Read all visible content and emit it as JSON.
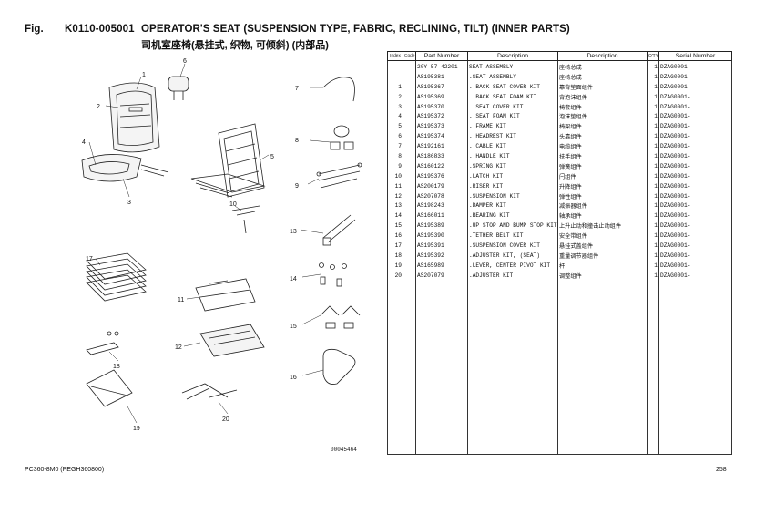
{
  "header": {
    "fig_label": "Fig.",
    "fig_code": "K0110-005001",
    "title": "OPERATOR'S SEAT (SUSPENSION TYPE, FABRIC, RECLINING, TILT) (INNER PARTS)",
    "subtitle": "司机室座椅(悬挂式, 织物, 可倾斜) (内部品)"
  },
  "illustration": {
    "drawing_number": "00045464",
    "callouts": [
      "1",
      "2",
      "3",
      "4",
      "5",
      "6",
      "7",
      "8",
      "9",
      "10",
      "11",
      "12",
      "13",
      "14",
      "15",
      "16",
      "17",
      "18",
      "19",
      "20"
    ]
  },
  "table": {
    "headers": {
      "index": "Index",
      "code": "Code",
      "part_number": "Part Number",
      "description": "Description",
      "description_cn": "Description",
      "qty": "Q'TY",
      "serial": "Serial Number"
    },
    "rows": [
      {
        "index": "",
        "part": "20Y-57-42201",
        "desc": "SEAT ASSEMBLY",
        "cn": "座椅总成",
        "qty": "1",
        "serial": "DZAG0001-"
      },
      {
        "index": "",
        "part": "AS195381",
        "desc": ".SEAT ASSEMBLY",
        "cn": "座椅总成",
        "qty": "1",
        "serial": "DZAG0001-"
      },
      {
        "index": "1",
        "part": "AS195367",
        "desc": "..BACK SEAT COVER KIT",
        "cn": "靠背垫面组件",
        "qty": "1",
        "serial": "DZAG0001-"
      },
      {
        "index": "2",
        "part": "AS195369",
        "desc": "..BACK SEAT FOAM KIT",
        "cn": "背泡沫组件",
        "qty": "1",
        "serial": "DZAG0001-"
      },
      {
        "index": "3",
        "part": "AS195370",
        "desc": "..SEAT COVER KIT",
        "cn": "椅套组件",
        "qty": "1",
        "serial": "DZAG0001-"
      },
      {
        "index": "4",
        "part": "AS195372",
        "desc": "..SEAT FOAM KIT",
        "cn": "泡沫垫组件",
        "qty": "1",
        "serial": "DZAG0001-"
      },
      {
        "index": "5",
        "part": "AS195373",
        "desc": "..FRAME KIT",
        "cn": "椅架组件",
        "qty": "1",
        "serial": "DZAG0001-"
      },
      {
        "index": "6",
        "part": "AS195374",
        "desc": "..HEADREST KIT",
        "cn": "头靠组件",
        "qty": "1",
        "serial": "DZAG0001-"
      },
      {
        "index": "7",
        "part": "AS192161",
        "desc": "..CABLE KIT",
        "cn": "电缆组件",
        "qty": "1",
        "serial": "DZAG0001-"
      },
      {
        "index": "8",
        "part": "AS186833",
        "desc": "..HANDLE KIT",
        "cn": "扶手组件",
        "qty": "1",
        "serial": "DZAG0001-"
      },
      {
        "index": "9",
        "part": "AS160122",
        "desc": ".SPRING KIT",
        "cn": "弹簧组件",
        "qty": "1",
        "serial": "DZAG0001-"
      },
      {
        "index": "10",
        "part": "AS195376",
        "desc": ".LATCH KIT",
        "cn": "闩组件",
        "qty": "1",
        "serial": "DZAG0001-"
      },
      {
        "index": "11",
        "part": "AS200179",
        "desc": ".RISER KIT",
        "cn": "升降组件",
        "qty": "1",
        "serial": "DZAG0001-"
      },
      {
        "index": "12",
        "part": "AS207078",
        "desc": ".SUSPENSION KIT",
        "cn": "弹性组件",
        "qty": "1",
        "serial": "DZAG0001-"
      },
      {
        "index": "13",
        "part": "AS198243",
        "desc": ".DAMPER KIT",
        "cn": "减振器组件",
        "qty": "1",
        "serial": "DZAG0001-"
      },
      {
        "index": "14",
        "part": "AS166011",
        "desc": ".BEARING KIT",
        "cn": "轴承组件",
        "qty": "1",
        "serial": "DZAG0001-"
      },
      {
        "index": "15",
        "part": "AS195389",
        "desc": ".UP STOP AND BUMP STOP KIT",
        "cn": "上升止动和撞击止动组件",
        "qty": "1",
        "serial": "DZAG0001-"
      },
      {
        "index": "16",
        "part": "AS195390",
        "desc": ".TETHER BELT KIT",
        "cn": "安全带组件",
        "qty": "1",
        "serial": "DZAG0001-"
      },
      {
        "index": "17",
        "part": "AS195391",
        "desc": ".SUSPENSION COVER KIT",
        "cn": "悬挂式盖组件",
        "qty": "1",
        "serial": "DZAG0001-"
      },
      {
        "index": "18",
        "part": "AS195392",
        "desc": ".ADJUSTER KIT, (SEAT)",
        "cn": "重量调节器组件",
        "qty": "1",
        "serial": "DZAG0001-"
      },
      {
        "index": "19",
        "part": "AS165989",
        "desc": ".LEVER, CENTER PIVOT KIT",
        "cn": "杆",
        "qty": "1",
        "serial": "DZAG0001-"
      },
      {
        "index": "20",
        "part": "AS207079",
        "desc": ".ADJUSTER KIT",
        "cn": "调整组件",
        "qty": "1",
        "serial": "DZAG0001-"
      }
    ]
  },
  "footer": {
    "model": "PC360-8M0  (PEGH360800)",
    "page": "258"
  }
}
